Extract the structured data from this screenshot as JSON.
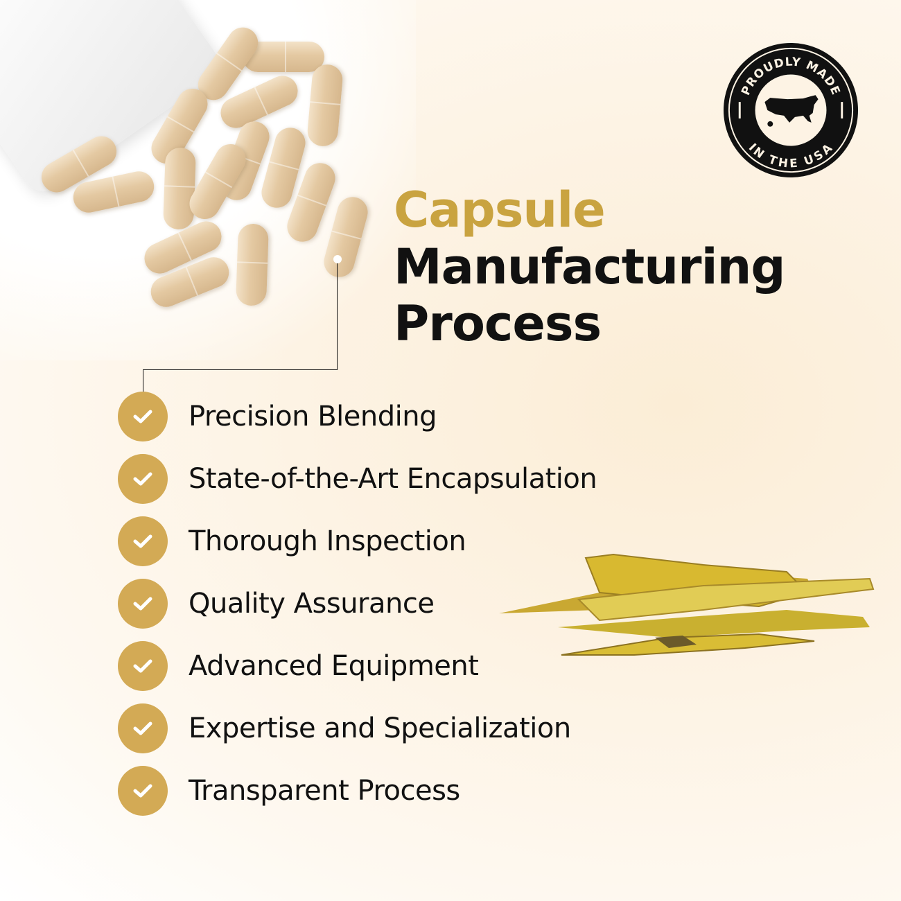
{
  "title": {
    "line1": "Capsule",
    "line2": "Manufacturing",
    "line3": "Process"
  },
  "badge": {
    "top_text": "PROUDLY MADE",
    "bottom_text": "IN THE USA"
  },
  "features": [
    {
      "label": "Precision Blending",
      "icon": "check-icon"
    },
    {
      "label": "State-of-the-Art Encapsulation",
      "icon": "check-icon"
    },
    {
      "label": "Thorough Inspection",
      "icon": "check-icon"
    },
    {
      "label": "Quality Assurance",
      "icon": "check-icon"
    },
    {
      "label": "Advanced Equipment",
      "icon": "check-icon"
    },
    {
      "label": "Expertise and Specialization",
      "icon": "check-icon"
    },
    {
      "label": "Transparent Process",
      "icon": "check-icon"
    }
  ],
  "colors": {
    "accent": "#d3aa55",
    "title_gold": "#c9a340",
    "text": "#111111"
  }
}
